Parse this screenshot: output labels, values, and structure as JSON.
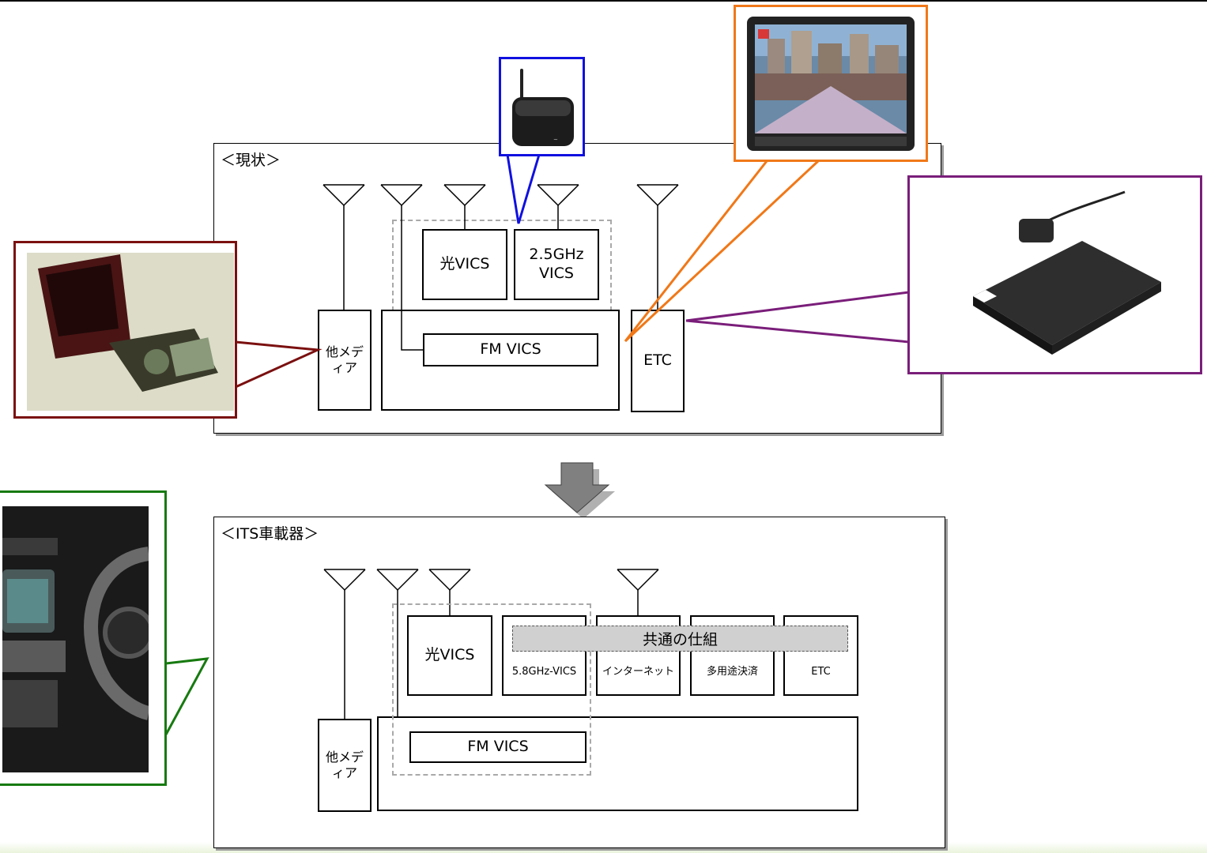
{
  "top_panel": {
    "title": "＜現状＞",
    "boxes": {
      "other_media": "他メディア",
      "optical_vics": "光VICS",
      "ghz_vics": "2.5GHz VICS",
      "fm_vics": "FM VICS",
      "etc": "ETC"
    }
  },
  "bottom_panel": {
    "title": "＜ITS車載器＞",
    "boxes": {
      "other_media": "他メディア",
      "optical_vics": "光VICS",
      "ghz_vics": "5.8GHz-VICS",
      "internet": "インターネット",
      "payment": "多用途決済",
      "etc": "ETC",
      "fm_vics": "FM VICS",
      "common": "共通の仕組"
    }
  },
  "callout_colors": {
    "phone": "#7b1010",
    "beacon": "#1010e0",
    "navigation": "#f07818",
    "etc_unit": "#7a1e7a",
    "dashboard": "#177a10"
  }
}
